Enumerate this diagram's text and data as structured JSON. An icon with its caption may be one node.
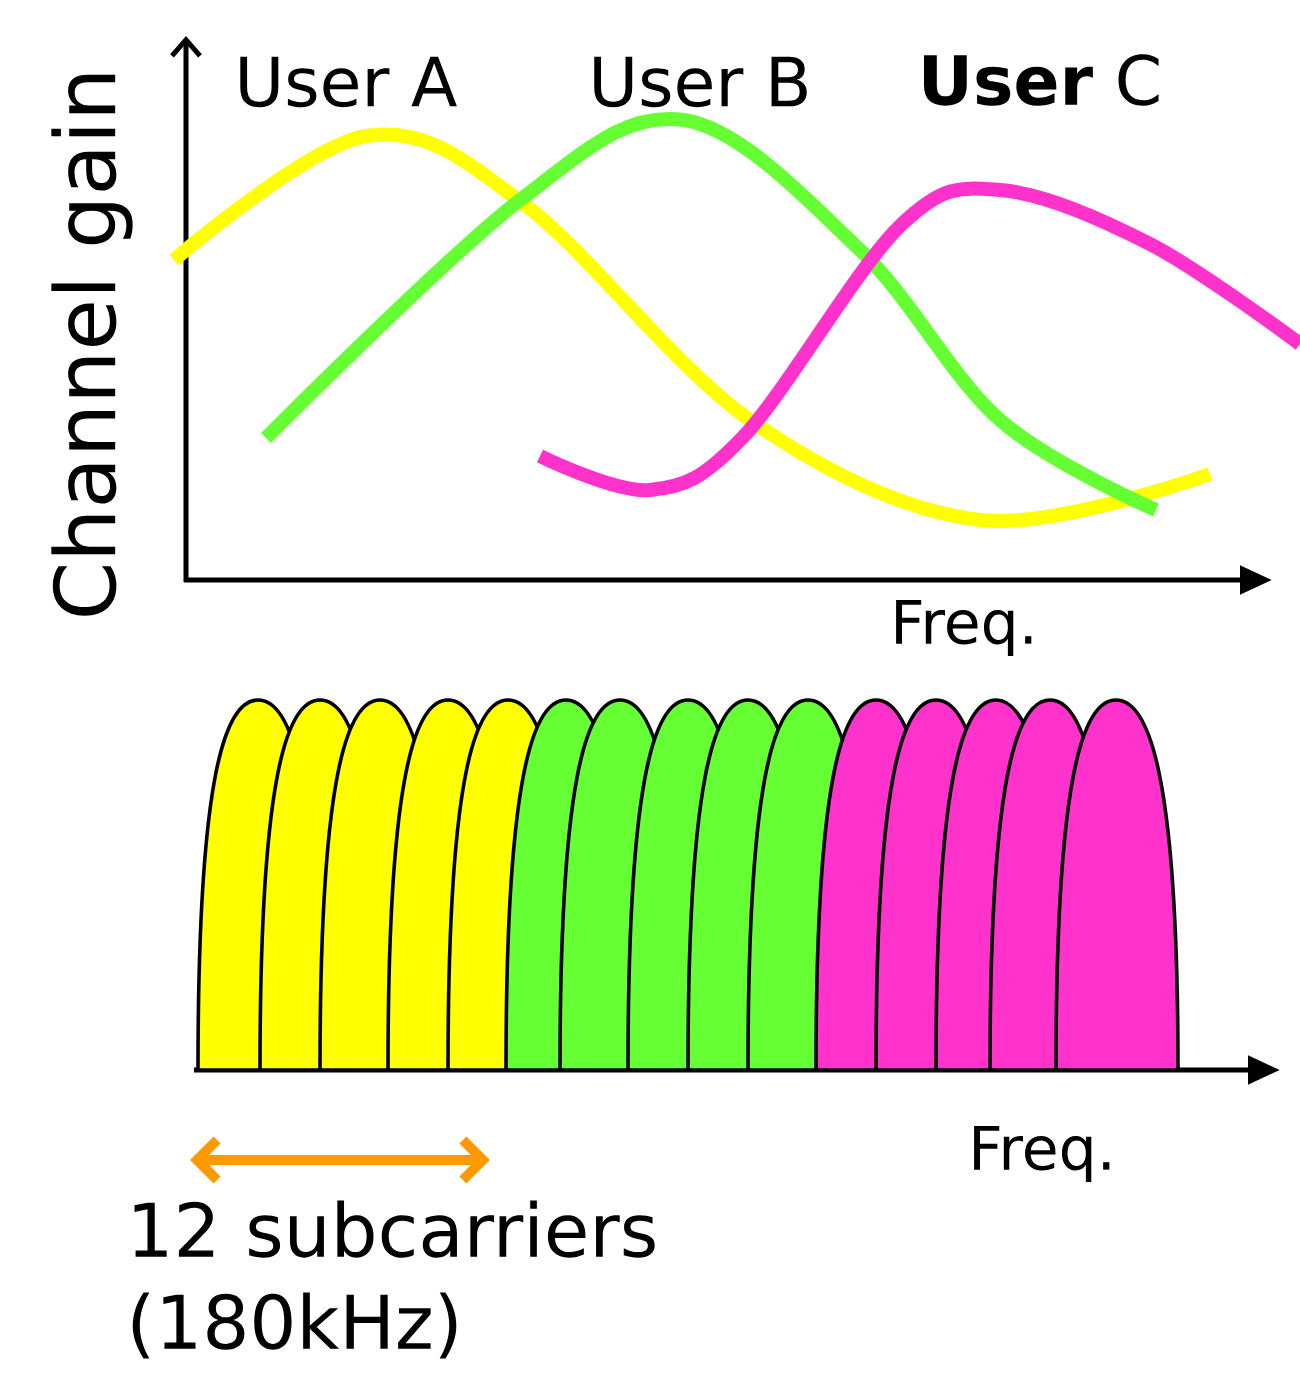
{
  "diagram": {
    "labels": [
      "Channel gain",
      "User A",
      "User B",
      "**User** C",
      "Freq.",
      "Freq.",
      "12 subcarriers (180kHz)"
    ]
  }
}
